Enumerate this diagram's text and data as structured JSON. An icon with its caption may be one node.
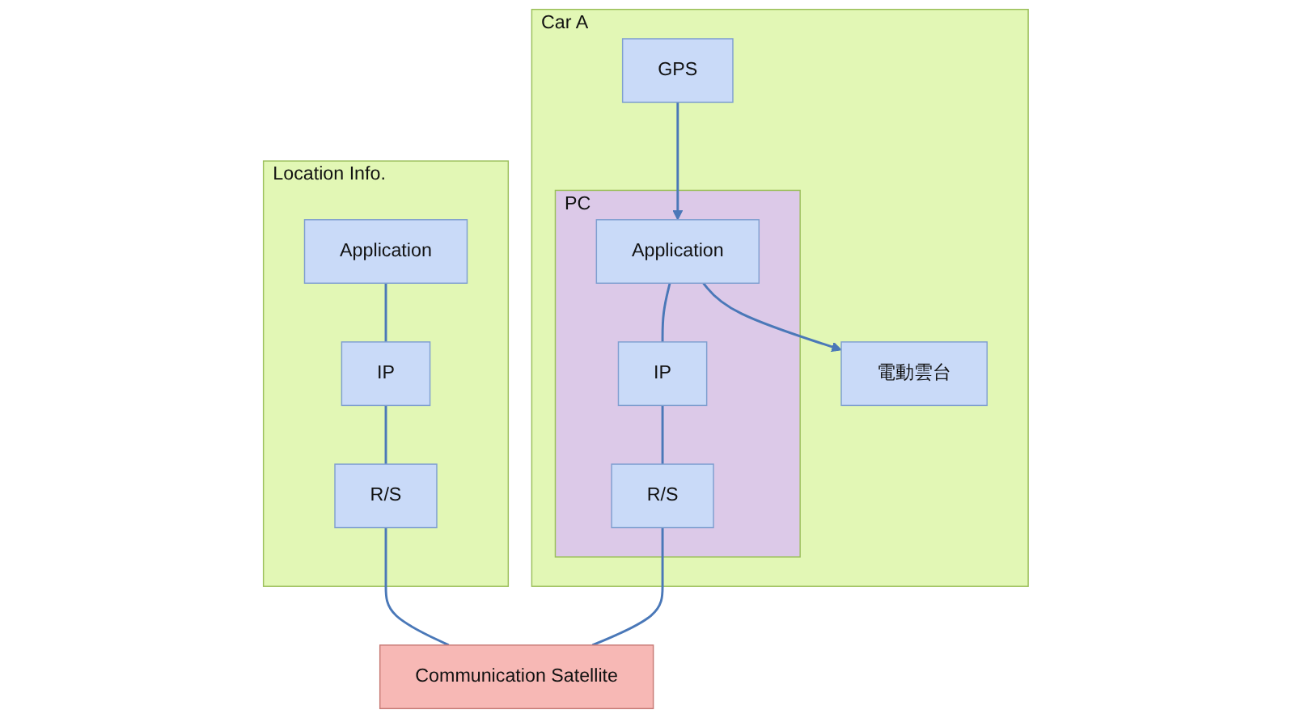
{
  "diagram": {
    "nodes": [
      {
        "text": [
          "Location Info."
        ]
      },
      {
        "text": [
          "Application"
        ],
        "in": 0
      },
      {
        "text": [
          "IP"
        ],
        "in": 0
      },
      {
        "text": [
          "R/S"
        ],
        "in": 0
      },
      {
        "text": [
          "Car A"
        ]
      },
      {
        "text": [
          "PC"
        ],
        "in": 4
      },
      {
        "text": [
          "Application"
        ],
        "in": 5
      },
      {
        "text": [
          "IP"
        ],
        "in": 5
      },
      {
        "text": [
          "R/S"
        ],
        "in": 5
      },
      {
        "text": [
          "GPS"
        ],
        "in": 4
      },
      {
        "text": [
          "電動雲台"
        ],
        "in": 4
      },
      {
        "text": [
          "Communication Satellite"
        ]
      }
    ],
    "edges": [
      {
        "from": 1,
        "to": 2,
        "arrow": "none"
      },
      {
        "from": 2,
        "to": 3,
        "arrow": "none"
      },
      {
        "from": 3,
        "to": 11,
        "arrow": "none"
      },
      {
        "from": 6,
        "to": 7,
        "arrow": "none"
      },
      {
        "from": 7,
        "to": 8,
        "arrow": "none"
      },
      {
        "from": 8,
        "to": 11,
        "arrow": "none"
      },
      {
        "from": 9,
        "to": 6,
        "arrow": "to"
      },
      {
        "from": 6,
        "to": 10,
        "arrow": "to"
      }
    ]
  }
}
